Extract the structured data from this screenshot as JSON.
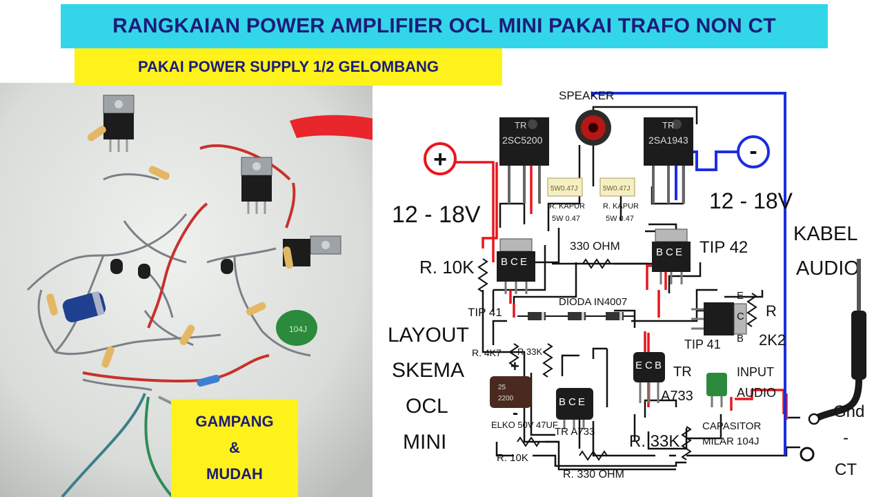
{
  "header": {
    "title": "RANGKAIAN POWER AMPLIFIER OCL MINI PAKAI TRAFO NON CT",
    "subtitle": "PAKAI POWER SUPPLY 1/2 GELOMBANG"
  },
  "badge": {
    "line1": "GAMPANG",
    "line2": "&",
    "line3": "MUDAH"
  },
  "photo": {
    "capacitor_marking": "104J"
  },
  "schematic": {
    "speaker_label": "SPEAKER",
    "plus_symbol": "+",
    "minus_symbol": "-",
    "voltage_left": "12 - 18V",
    "voltage_right": "12 - 18V",
    "tr_left": {
      "top": "TR",
      "part": "2SC5200"
    },
    "tr_right": {
      "top": "TR",
      "part": "2SA1943"
    },
    "res_kapur_1": {
      "marking": "5W0.47J",
      "name": "R. KAPUR",
      "value": "5W 0.47"
    },
    "res_kapur_2": {
      "marking": "5W0.47J",
      "name": "R. KAPUR",
      "value": "5W 0.47"
    },
    "kabel_audio": {
      "line1": "KABEL",
      "line2": "AUDIO"
    },
    "r10k_top": "R. 10K",
    "r330_top": "330 OHM",
    "tip42": "TIP 42",
    "tip41_left": "TIP 41",
    "dioda": "DIODA IN4007",
    "bce": {
      "b": "B",
      "c": "C",
      "e": "E"
    },
    "ecb": {
      "e": "E",
      "c": "C",
      "b": "B"
    },
    "tip41_right": "TIP 41",
    "r2k2": {
      "r": "R",
      "value": "2K2"
    },
    "layout_text": {
      "line1": "LAYOUT",
      "line2": "SKEMA",
      "line3": "OCL",
      "line4": "MINI"
    },
    "r4k7": "R. 4K7",
    "r33k_small": "R 33K",
    "elko_plus": "+",
    "elko_minus": "-",
    "elko": "ELKO 50V 47UF",
    "elko_body": {
      "l1": "25",
      "l2": "2200"
    },
    "tr_a733_left": "TR A733",
    "tr_a733_right": {
      "top": "TR",
      "part": "A733"
    },
    "r33k": "R. 33K",
    "input_audio": {
      "line1": "INPUT",
      "line2": "AUDIO"
    },
    "capasitor": {
      "line1": "CAPASITOR",
      "line2": "MILAR 104J"
    },
    "gnd": "Gnd",
    "dash": "-",
    "ct": "CT",
    "r10k_bottom": "R. 10K",
    "r330_bottom": "R. 330 OHM"
  },
  "colors": {
    "title_bg": "#33d6e8",
    "subtitle_bg": "#fff21a",
    "text_navy": "#1c1c7a",
    "arrow": "#e8262b",
    "wire_red": "#e8171d",
    "wire_blue": "#1a2ee0",
    "wire_black": "#111111"
  }
}
